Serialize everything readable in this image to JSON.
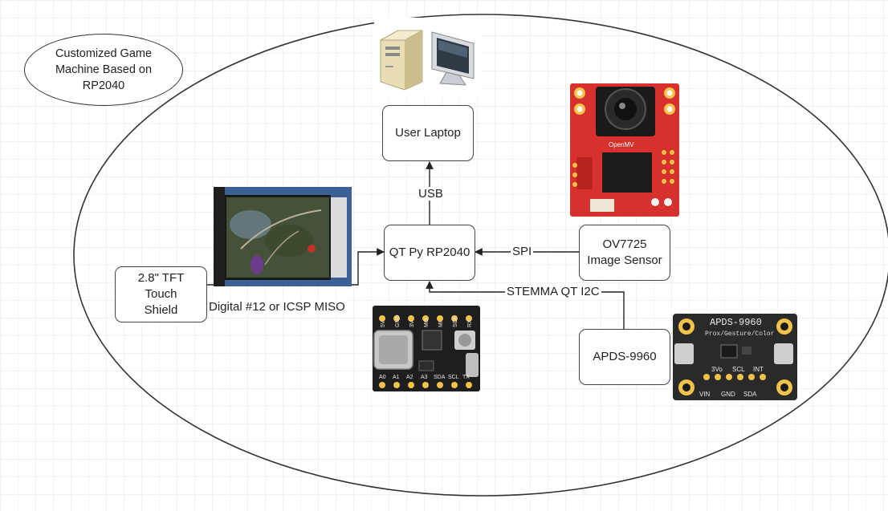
{
  "title": "Customized Game Machine Based on RP2040",
  "nodes": {
    "laptop": "User Laptop",
    "mcu": "QT Py RP2040",
    "camera": "OV7725 Image Sensor",
    "display": "2.8\" TFT Touch Shield",
    "sensor": "APDS-9960"
  },
  "edges": {
    "usb": "USB",
    "spi": "SPI",
    "i2c": "STEMMA QT I2C",
    "tft": "Digital #12 or ICSP MISO"
  },
  "board_labels": {
    "camera_logo": "OpenMV",
    "apds_name": "APDS-9960",
    "apds_sub": "Prox/Gesture/Color",
    "apds_pins_top": [
      "3Vo",
      "SCL",
      "INT"
    ],
    "apds_pins_bottom": [
      "VIN",
      "GND",
      "SDA"
    ],
    "qtpy_pins_top": [
      "5V",
      "GND",
      "3V",
      "MO",
      "MI",
      "SCK",
      "RX"
    ],
    "qtpy_pins_bottom": [
      "A0",
      "A1",
      "A2",
      "A3",
      "SDA",
      "SCL",
      "TX"
    ]
  },
  "colors": {
    "grid": "#e4e4e4",
    "stroke": "#333333",
    "camera_board": "#d8302c",
    "qtpy_board": "#1e1e1e",
    "apds_board": "#2a2a2a",
    "tft_frame": "#3c5f96"
  }
}
